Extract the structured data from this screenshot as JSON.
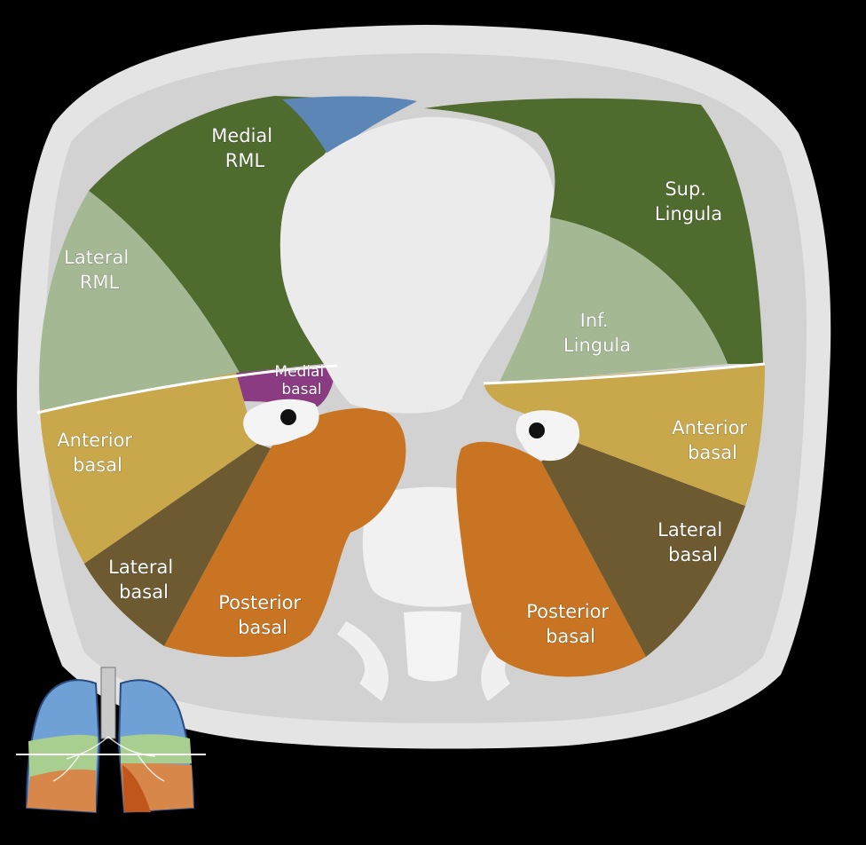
{
  "colors": {
    "background": "#000000",
    "body_outline": "#e6e6e6",
    "soft_tissue": "#d4d4d4",
    "mediastinum": "#e9e9e9",
    "lung_base": "#c9cec6",
    "middle_lobe_dark": "#4f6b2e",
    "middle_lobe_light": "#a4b993",
    "anterior_basal": "#c9a84c",
    "lateral_basal": "#6e5a30",
    "posterior_basal": "#c87422",
    "medial_basal": "#8a3b82",
    "superior_pink": "#5b86b5",
    "divider": "#ffffff"
  },
  "labels": {
    "medial_rml": [
      "Medial",
      "RML"
    ],
    "lateral_rml": [
      "Lateral",
      "RML"
    ],
    "sup_lingula": [
      "Sup.",
      "Lingula"
    ],
    "inf_lingula": [
      "Inf.",
      "Lingula"
    ],
    "medial_basal": [
      "Medial",
      "basal"
    ],
    "right_anterior_basal": [
      "Anterior",
      "basal"
    ],
    "right_lateral_basal": [
      "Lateral",
      "basal"
    ],
    "right_posterior_basal": [
      "Posterior",
      "basal"
    ],
    "left_anterior_basal": [
      "Anterior",
      "basal"
    ],
    "left_lateral_basal": [
      "Lateral",
      "basal"
    ],
    "left_posterior_basal": [
      "Posterior",
      "basal"
    ]
  },
  "icon": "lungs-locator-icon"
}
